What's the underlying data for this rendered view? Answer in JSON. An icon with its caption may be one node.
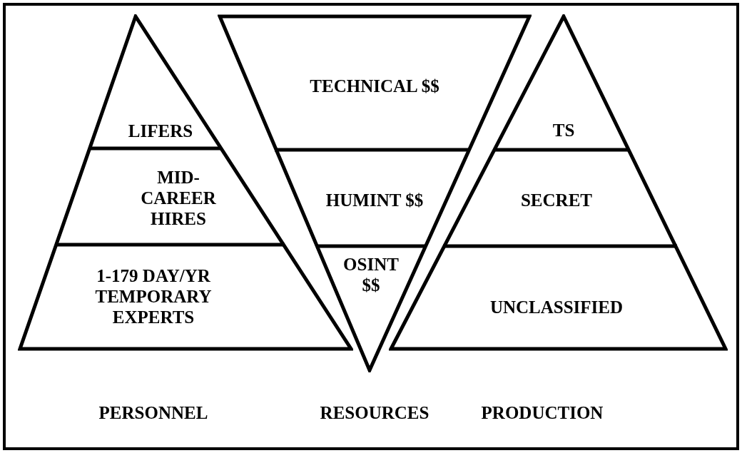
{
  "diagram": {
    "nodes": [
      {
        "text": [],
        "shape": "triangle",
        "beside": [
          "PERSONNEL"
        ]
      },
      {
        "text": [
          "LIFERS"
        ],
        "in": 0
      },
      {
        "text": [
          "MID- CAREER HIRES"
        ],
        "in": 0
      },
      {
        "text": [
          "1-179 DAY/YR TEMPORARY EXPERTS"
        ],
        "in": 0
      },
      {
        "text": [],
        "shape": "triangle",
        "beside": [
          "RESOURCES"
        ]
      },
      {
        "text": [
          "TECHNICAL $$"
        ],
        "in": 4
      },
      {
        "text": [
          "HUMINT $$"
        ],
        "in": 4
      },
      {
        "text": [
          "OSINT $$"
        ],
        "in": 4
      },
      {
        "text": [],
        "shape": "triangle",
        "beside": [
          "PRODUCTION"
        ]
      },
      {
        "text": [
          "TS"
        ],
        "in": 8
      },
      {
        "text": [
          "SECRET"
        ],
        "in": 8
      },
      {
        "text": [
          "UNCLASSIFIED"
        ],
        "in": 8
      }
    ]
  }
}
